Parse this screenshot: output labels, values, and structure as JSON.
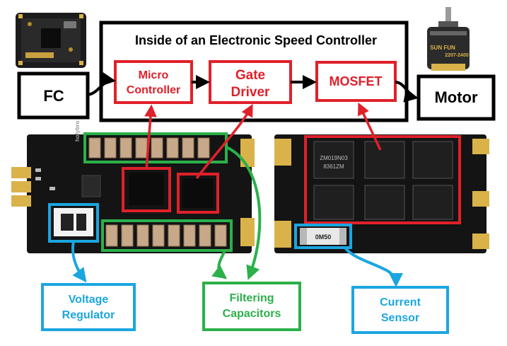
{
  "title": "Inside of an Electronic Speed Controller",
  "blocks": {
    "fc": "FC",
    "motor": "Motor",
    "micro_line1": "Micro",
    "micro_line2": "Controller",
    "gate_line1": "Gate",
    "gate_line2": "Driver",
    "mosfet": "MOSFET"
  },
  "callouts": {
    "voltage_line1": "Voltage",
    "voltage_line2": "Regulator",
    "filtering_line1": "Filtering",
    "filtering_line2": "Capacitors",
    "current_line1": "Current",
    "current_line2": "Sensor"
  },
  "component_markings": {
    "shunt": "0M50",
    "mosfet_chip_1": "ZM019N03",
    "mosfet_chip_2": "8361ZM",
    "brand": "holybro"
  },
  "product_print": {
    "brand": "SUN FUN",
    "model": "2207-2400"
  },
  "colors": {
    "red": "#e0202a",
    "green": "#2bb04a",
    "blue": "#1ba6e0",
    "black": "#000000",
    "board": "#141414",
    "gold": "#d9b24a"
  }
}
